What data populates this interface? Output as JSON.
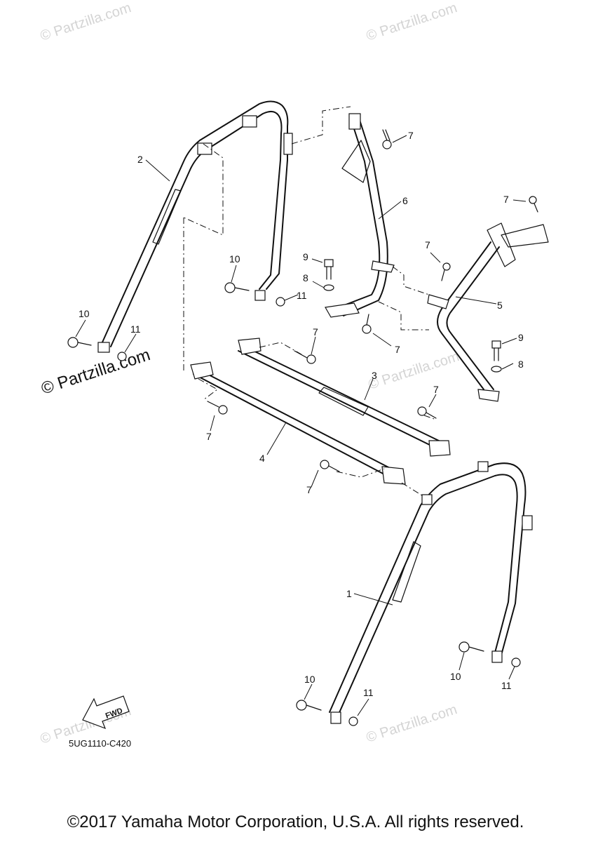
{
  "callouts": {
    "c1": "1",
    "c2": "2",
    "c3": "3",
    "c4": "4",
    "c5": "5",
    "c6": "6",
    "c7a": "7",
    "c7b": "7",
    "c7c": "7",
    "c7d": "7",
    "c7e": "7",
    "c7f": "7",
    "c7g": "7",
    "c7h": "7",
    "c8a": "8",
    "c8b": "8",
    "c9a": "9",
    "c9b": "9",
    "c10a": "10",
    "c10b": "10",
    "c10c": "10",
    "c10d": "10",
    "c11a": "11",
    "c11b": "11",
    "c11c": "11",
    "c11d": "11"
  },
  "watermark": "© Partzilla.com",
  "fwd_label": "FWD",
  "diagram_code": "5UG1110-C420",
  "copyright": "©2017 Yamaha Motor Corporation, U.S.A. All rights reserved."
}
